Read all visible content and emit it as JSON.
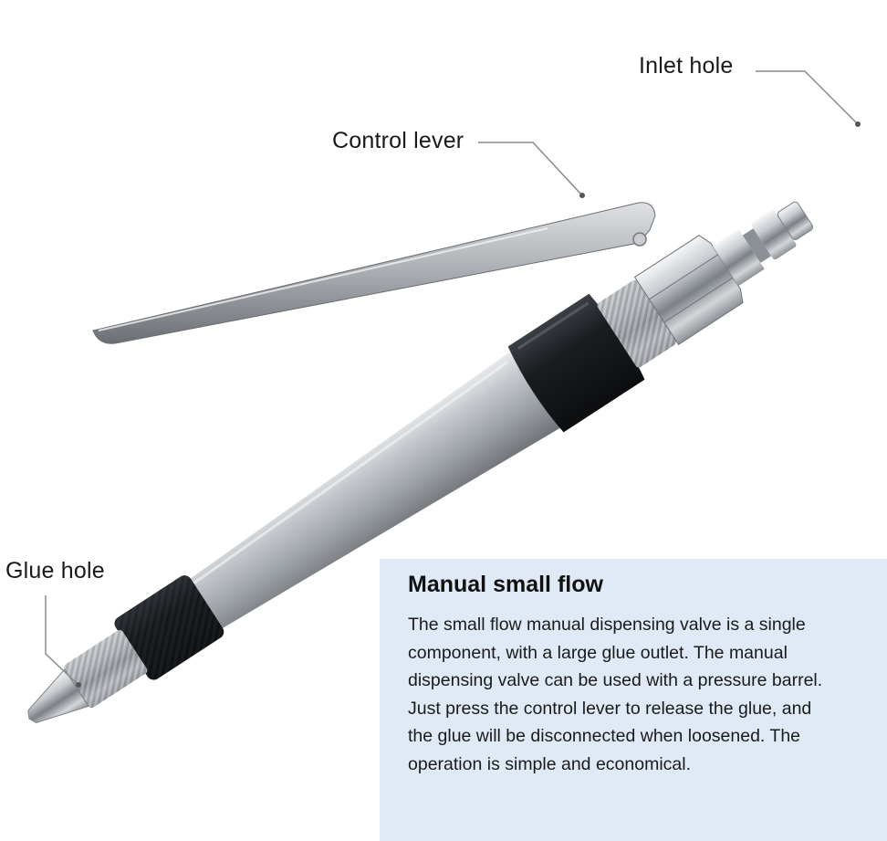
{
  "labels": {
    "inlet": "Inlet hole",
    "lever": "Control lever",
    "glue": "Glue hole"
  },
  "info": {
    "title": "Manual small flow",
    "lines": [
      "The small flow manual dispensing valve is a single",
      "component, with a large glue outlet. The manual",
      "dispensing valve can be used with a pressure barrel.",
      "Just press the control lever to release the glue, and",
      "the glue will be disconnected when loosened. The",
      "operation is simple and economical."
    ]
  },
  "colors": {
    "panel_bg": "#dfeaf6",
    "aluminum": "#b4b8bc",
    "black_sleeve": "#1c1f22",
    "leader": "#8a8a8a"
  }
}
